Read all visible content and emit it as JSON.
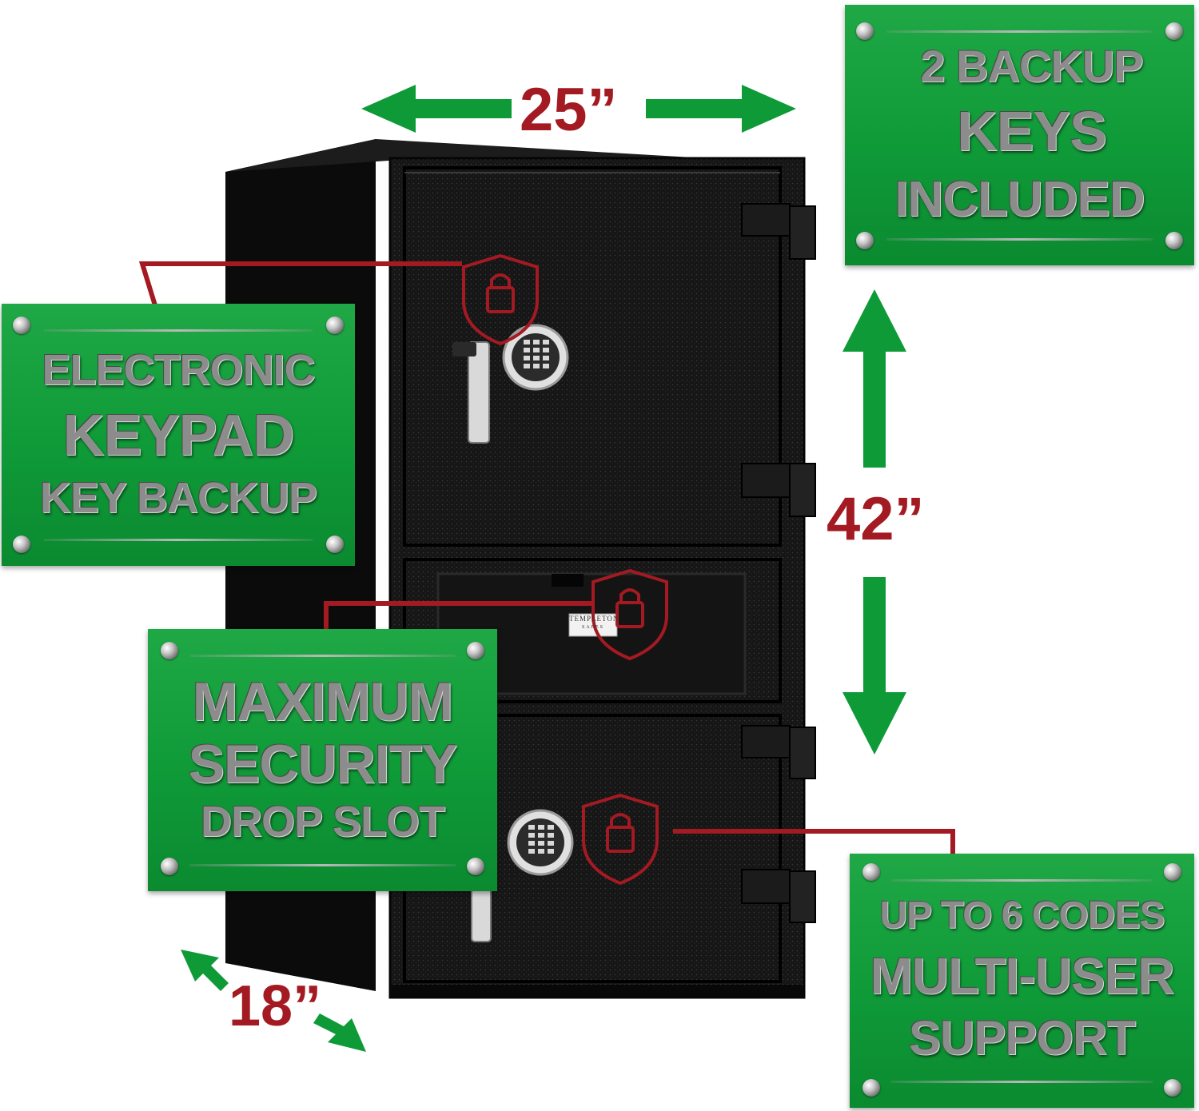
{
  "dimensions": {
    "width_label": "25”",
    "height_label": "42”",
    "depth_label": "18”"
  },
  "plaques": {
    "keys": {
      "line1": "2 BACKUP",
      "line2": "KEYS",
      "line3": "INCLUDED"
    },
    "keypad": {
      "line1": "ELECTRONIC",
      "line2": "KEYPAD",
      "line3": "KEY BACKUP"
    },
    "dropslot": {
      "line1": "MAXIMUM",
      "line2": "SECURITY",
      "line3": "DROP SLOT"
    },
    "codes": {
      "line1": "UP TO 6 CODES",
      "line2": "MULTI-USER",
      "line3": "SUPPORT"
    }
  },
  "safe": {
    "brand_line1": "TEMPLETON",
    "brand_line2": "SAFES"
  },
  "colors": {
    "arrow_green": "#0f9a38",
    "dimension_red": "#a31a22",
    "plaque_green": "#12a13c",
    "safe_body": "#121212"
  },
  "icons": [
    "shield-lock-icon",
    "keypad-icon",
    "keys-icon",
    "screw-icon"
  ]
}
